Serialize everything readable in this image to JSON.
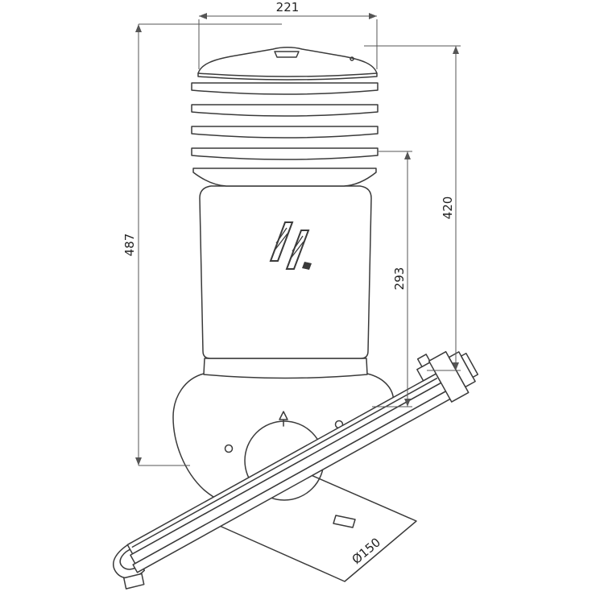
{
  "drawing": {
    "kind": "technical dimension drawing",
    "subject": "roof ventilation cap with flashing base"
  },
  "dimensions": {
    "top_width": "221",
    "left_height": "487",
    "right_height": "420",
    "inner_height": "293",
    "diameter": "Ø150"
  },
  "icons": {
    "brand_logo": "brand-logo"
  },
  "colors": {
    "line": "#3a3a3a",
    "dimension_line": "#555555",
    "text": "#222222",
    "background": "#ffffff"
  }
}
